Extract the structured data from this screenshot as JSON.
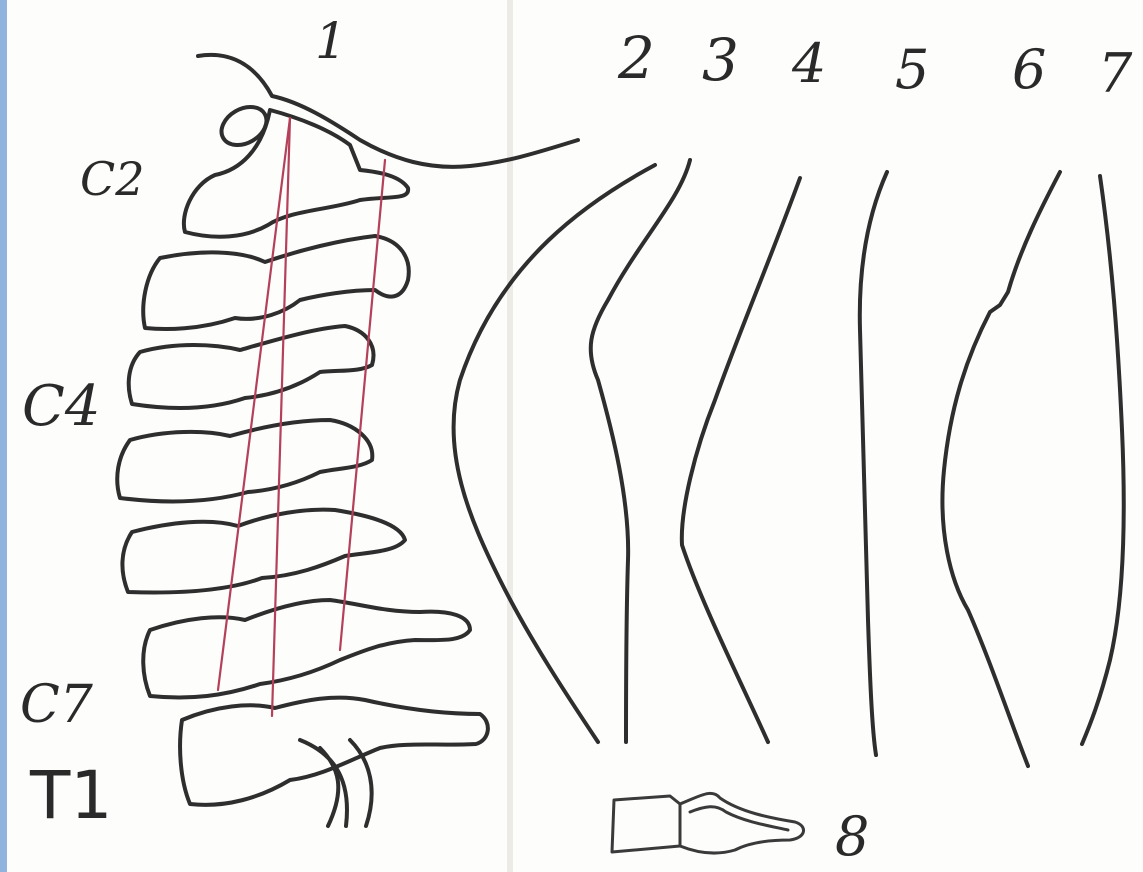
{
  "labels": {
    "fig1": "1",
    "c2": "C2",
    "c4": "C4",
    "c7": "C7",
    "t1": "T1",
    "fig2": "2",
    "fig3": "3",
    "fig4": "4",
    "fig5": "5",
    "fig6": "6",
    "fig7": "7",
    "fig8": "8"
  },
  "colors": {
    "ink": "#2e2e2e",
    "reference_lines": "#b4405a",
    "background": "#fdfdfb",
    "left_edge": "#8fb3dc"
  }
}
